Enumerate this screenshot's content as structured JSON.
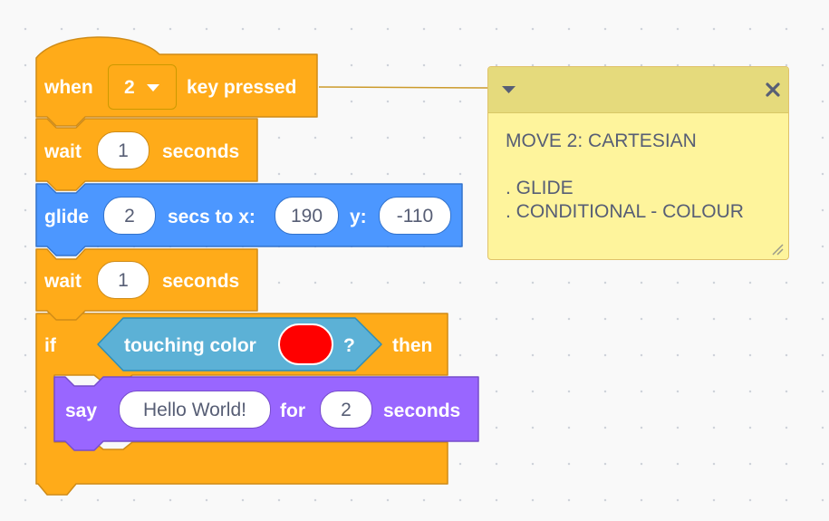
{
  "hat_block": {
    "label_when": "when",
    "key_value": "2",
    "label_key_pressed": "key pressed",
    "color": "#ffab19"
  },
  "wait_block_1": {
    "label": "wait",
    "value": "1",
    "unit": "seconds",
    "color": "#ffab19"
  },
  "glide_block": {
    "label": "glide",
    "secs_value": "2",
    "label_secs_to_x": "secs to x:",
    "x_value": "190",
    "label_y": "y:",
    "y_value": "-110",
    "color": "#4c97ff"
  },
  "wait_block_2": {
    "label": "wait",
    "value": "1",
    "unit": "seconds",
    "color": "#ffab19"
  },
  "if_block": {
    "label_if": "if",
    "label_then": "then",
    "color": "#ffab19",
    "condition": {
      "label": "touching color",
      "question": "?",
      "swatch_color": "#ff0000",
      "color": "#5cb1d6"
    }
  },
  "say_block": {
    "label": "say",
    "message": "Hello World!",
    "label_for": "for",
    "secs_value": "2",
    "unit": "seconds",
    "color": "#9966ff"
  },
  "comment": {
    "lines": [
      "MOVE 2: CARTESIAN",
      "",
      ". GLIDE",
      ". CONDITIONAL - COLOUR"
    ],
    "color": "#fef49c",
    "icons": {
      "collapse": "triangle-down-icon",
      "close": "close-x-icon",
      "resize": "resize-grip-icon"
    }
  }
}
